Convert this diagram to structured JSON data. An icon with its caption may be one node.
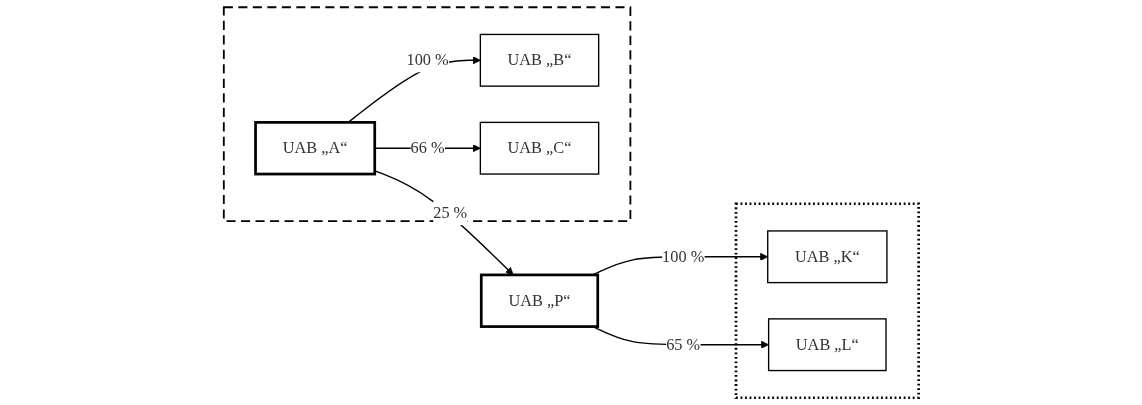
{
  "diagram": {
    "nodes": [
      {
        "text": [],
        "shape": "box"
      },
      {
        "text": [
          "UAB „A“"
        ],
        "in": 0
      },
      {
        "text": [
          "UAB „B“"
        ],
        "in": 0
      },
      {
        "text": [
          "UAB „C“"
        ],
        "in": 0
      },
      {
        "text": [],
        "shape": "box"
      },
      {
        "text": [
          "UAB „P“"
        ]
      },
      {
        "text": [
          "UAB „K“"
        ],
        "in": 4
      },
      {
        "text": [
          "UAB „L“"
        ],
        "in": 4
      }
    ],
    "edges": [
      {
        "from": 1,
        "to": 5,
        "arrow": "to",
        "label": "25 %"
      },
      {
        "from": 1,
        "to": 2,
        "arrow": "to",
        "label": "100 %"
      },
      {
        "from": 1,
        "to": 3,
        "arrow": "to",
        "label": "66 %"
      },
      {
        "from": 5,
        "to": 6,
        "arrow": "to",
        "label": "100 %"
      },
      {
        "from": 5,
        "to": 7,
        "arrow": "to",
        "label": "65 %"
      }
    ]
  }
}
